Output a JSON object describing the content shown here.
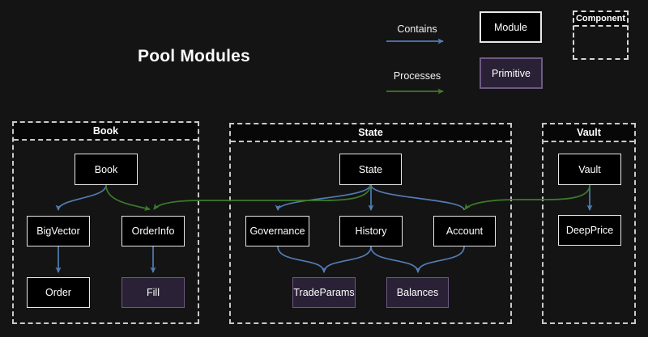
{
  "title": "Pool Modules",
  "legend": {
    "contains_label": "Contains",
    "processes_label": "Processes",
    "module_label": "Module",
    "primitive_label": "Primitive",
    "component_label": "Component"
  },
  "colors": {
    "background": "#141414",
    "contains_arrow": "#527cb3",
    "processes_arrow": "#3c7b28",
    "module_fill": "#000000",
    "module_border": "#e8e8e8",
    "primitive_fill": "#2a2136",
    "primitive_border": "#6e5983",
    "container_dash": "#c9c9c9"
  },
  "containers": [
    {
      "label": "Book"
    },
    {
      "label": "State"
    },
    {
      "label": "Vault"
    }
  ],
  "nodes": {
    "book": {
      "label": "Book",
      "type": "module"
    },
    "bigvector": {
      "label": "BigVector",
      "type": "module"
    },
    "orderinfo": {
      "label": "OrderInfo",
      "type": "module"
    },
    "order": {
      "label": "Order",
      "type": "module"
    },
    "fill": {
      "label": "Fill",
      "type": "primitive"
    },
    "state": {
      "label": "State",
      "type": "module"
    },
    "governance": {
      "label": "Governance",
      "type": "module"
    },
    "history": {
      "label": "History",
      "type": "module"
    },
    "account": {
      "label": "Account",
      "type": "module"
    },
    "tradeparams": {
      "label": "TradeParams",
      "type": "primitive"
    },
    "balances": {
      "label": "Balances",
      "type": "primitive"
    },
    "vault": {
      "label": "Vault",
      "type": "module"
    },
    "deepprice": {
      "label": "DeepPrice",
      "type": "module"
    }
  },
  "edges": [
    {
      "from": "Book",
      "to": "BigVector",
      "type": "contains"
    },
    {
      "from": "Book",
      "to": "OrderInfo",
      "type": "processes"
    },
    {
      "from": "State",
      "to": "OrderInfo",
      "type": "processes"
    },
    {
      "from": "BigVector",
      "to": "Order",
      "type": "contains"
    },
    {
      "from": "OrderInfo",
      "to": "Fill",
      "type": "contains"
    },
    {
      "from": "State",
      "to": "Governance",
      "type": "contains"
    },
    {
      "from": "State",
      "to": "History",
      "type": "contains"
    },
    {
      "from": "State",
      "to": "Account",
      "type": "contains"
    },
    {
      "from": "Governance",
      "to": "TradeParams",
      "type": "contains"
    },
    {
      "from": "History",
      "to": "TradeParams",
      "type": "contains"
    },
    {
      "from": "History",
      "to": "Balances",
      "type": "contains"
    },
    {
      "from": "Account",
      "to": "Balances",
      "type": "contains"
    },
    {
      "from": "Vault",
      "to": "DeepPrice",
      "type": "contains"
    },
    {
      "from": "Vault",
      "to": "Account",
      "type": "processes"
    }
  ]
}
